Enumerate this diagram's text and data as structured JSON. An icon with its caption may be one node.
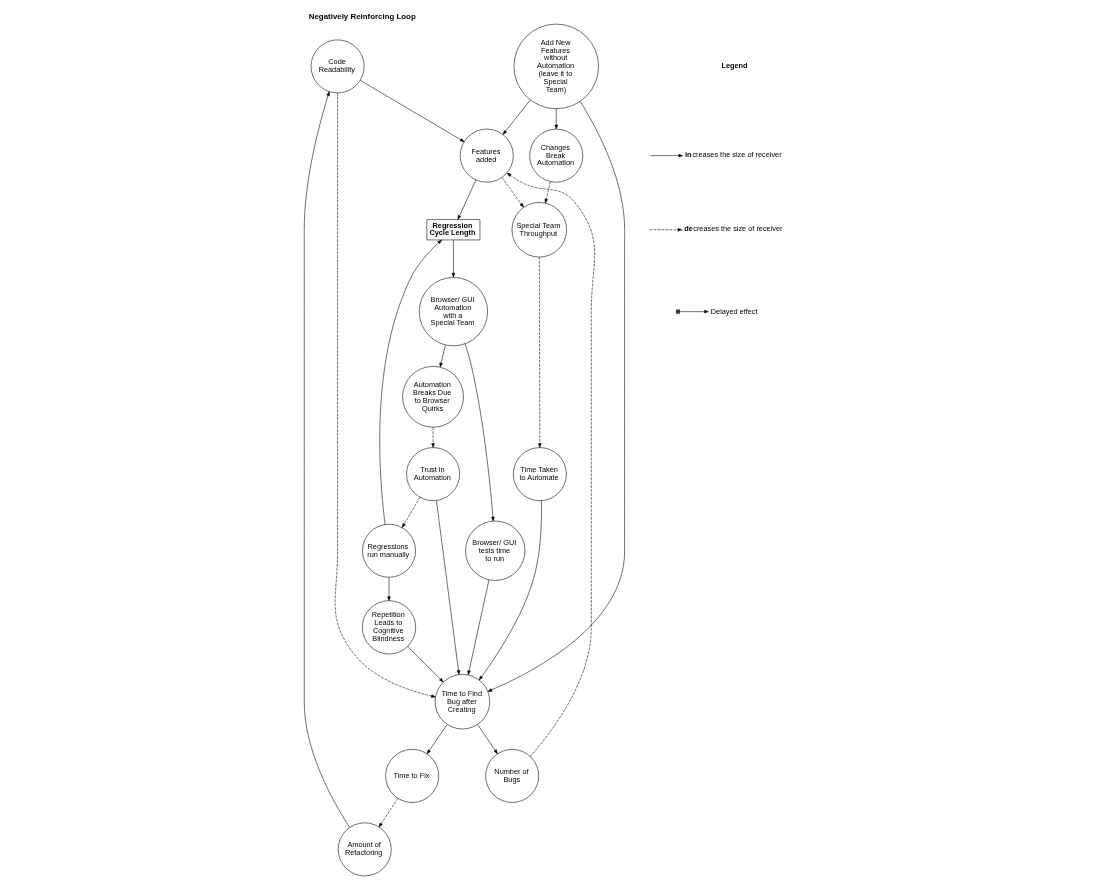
{
  "diagram": {
    "title": "Negatively Reinforcing Loop",
    "nodes": [
      {
        "text": [
          "Code Readability"
        ]
      },
      {
        "text": [
          "Features added"
        ]
      },
      {
        "text": [
          "Regressions run manually"
        ]
      },
      {
        "text": [
          "Amount of Refactoring"
        ]
      },
      {
        "text": [
          "Regression Cycle Length"
        ]
      },
      {
        "text": [
          "Number of Bugs"
        ]
      },
      {
        "text": [
          "Trust in Automation"
        ]
      },
      {
        "text": [
          "Time to Fix"
        ]
      },
      {
        "text": [
          "Browser/ GUI Automation with a Special Team"
        ]
      },
      {
        "text": [
          "Automation Breaks Due to Browser Quirks"
        ]
      },
      {
        "text": [
          "Time to Find Bug after Creating"
        ]
      },
      {
        "text": [
          "Special Team Throughput"
        ]
      },
      {
        "text": [
          "Add New Features without Automation (leave it to Special Team)"
        ]
      },
      {
        "text": [
          "Changes Break Automation"
        ]
      },
      {
        "text": [
          "Browser/ GUI tests time to run"
        ]
      },
      {
        "text": [
          "Time Taken to Automate"
        ]
      },
      {
        "text": [
          "Repetition Leads to Cognitive Blindness"
        ]
      }
    ],
    "edges": [
      {
        "from": 0,
        "to": 1,
        "arrow": "to"
      },
      {
        "from": 0,
        "to": 10,
        "arrow": "to",
        "style": "dashed"
      },
      {
        "from": 3,
        "to": 0,
        "arrow": "to"
      },
      {
        "from": 7,
        "to": 3,
        "arrow": "to",
        "style": "dashed"
      },
      {
        "from": 10,
        "to": 7,
        "arrow": "to"
      },
      {
        "from": 10,
        "to": 5,
        "arrow": "to"
      },
      {
        "from": 5,
        "to": 1,
        "arrow": "to",
        "style": "dashed"
      },
      {
        "from": 12,
        "to": 1,
        "arrow": "to"
      },
      {
        "from": 1,
        "to": 4,
        "arrow": "to"
      },
      {
        "from": 1,
        "to": 11,
        "arrow": "to",
        "style": "dashed"
      },
      {
        "from": 2,
        "to": 4,
        "arrow": "to"
      },
      {
        "from": 2,
        "to": 16,
        "arrow": "to"
      },
      {
        "from": 4,
        "to": 8,
        "arrow": "to"
      },
      {
        "from": 6,
        "to": 2,
        "arrow": "to",
        "style": "dashed"
      },
      {
        "from": 6,
        "to": 10,
        "arrow": "to"
      },
      {
        "from": 8,
        "to": 9,
        "arrow": "to"
      },
      {
        "from": 9,
        "to": 6,
        "arrow": "to",
        "style": "dashed"
      },
      {
        "from": 8,
        "to": 14,
        "arrow": "to"
      },
      {
        "from": 12,
        "to": 10,
        "arrow": "to"
      },
      {
        "from": 12,
        "to": 13,
        "arrow": "to"
      },
      {
        "from": 13,
        "to": 11,
        "arrow": "to",
        "style": "dashed"
      },
      {
        "from": 11,
        "to": 15,
        "arrow": "to",
        "style": "dashed"
      },
      {
        "from": 15,
        "to": 10,
        "arrow": "to"
      },
      {
        "from": 14,
        "to": 10,
        "arrow": "to"
      },
      {
        "from": 16,
        "to": 10,
        "arrow": "to"
      }
    ],
    "labels": [
      "Legend"
    ],
    "legend": [
      {
        "text": "**in**creases the size of receiver"
      },
      {
        "text": "**de**creases the size of receiver"
      },
      {
        "text": "Delayed effect"
      }
    ]
  }
}
